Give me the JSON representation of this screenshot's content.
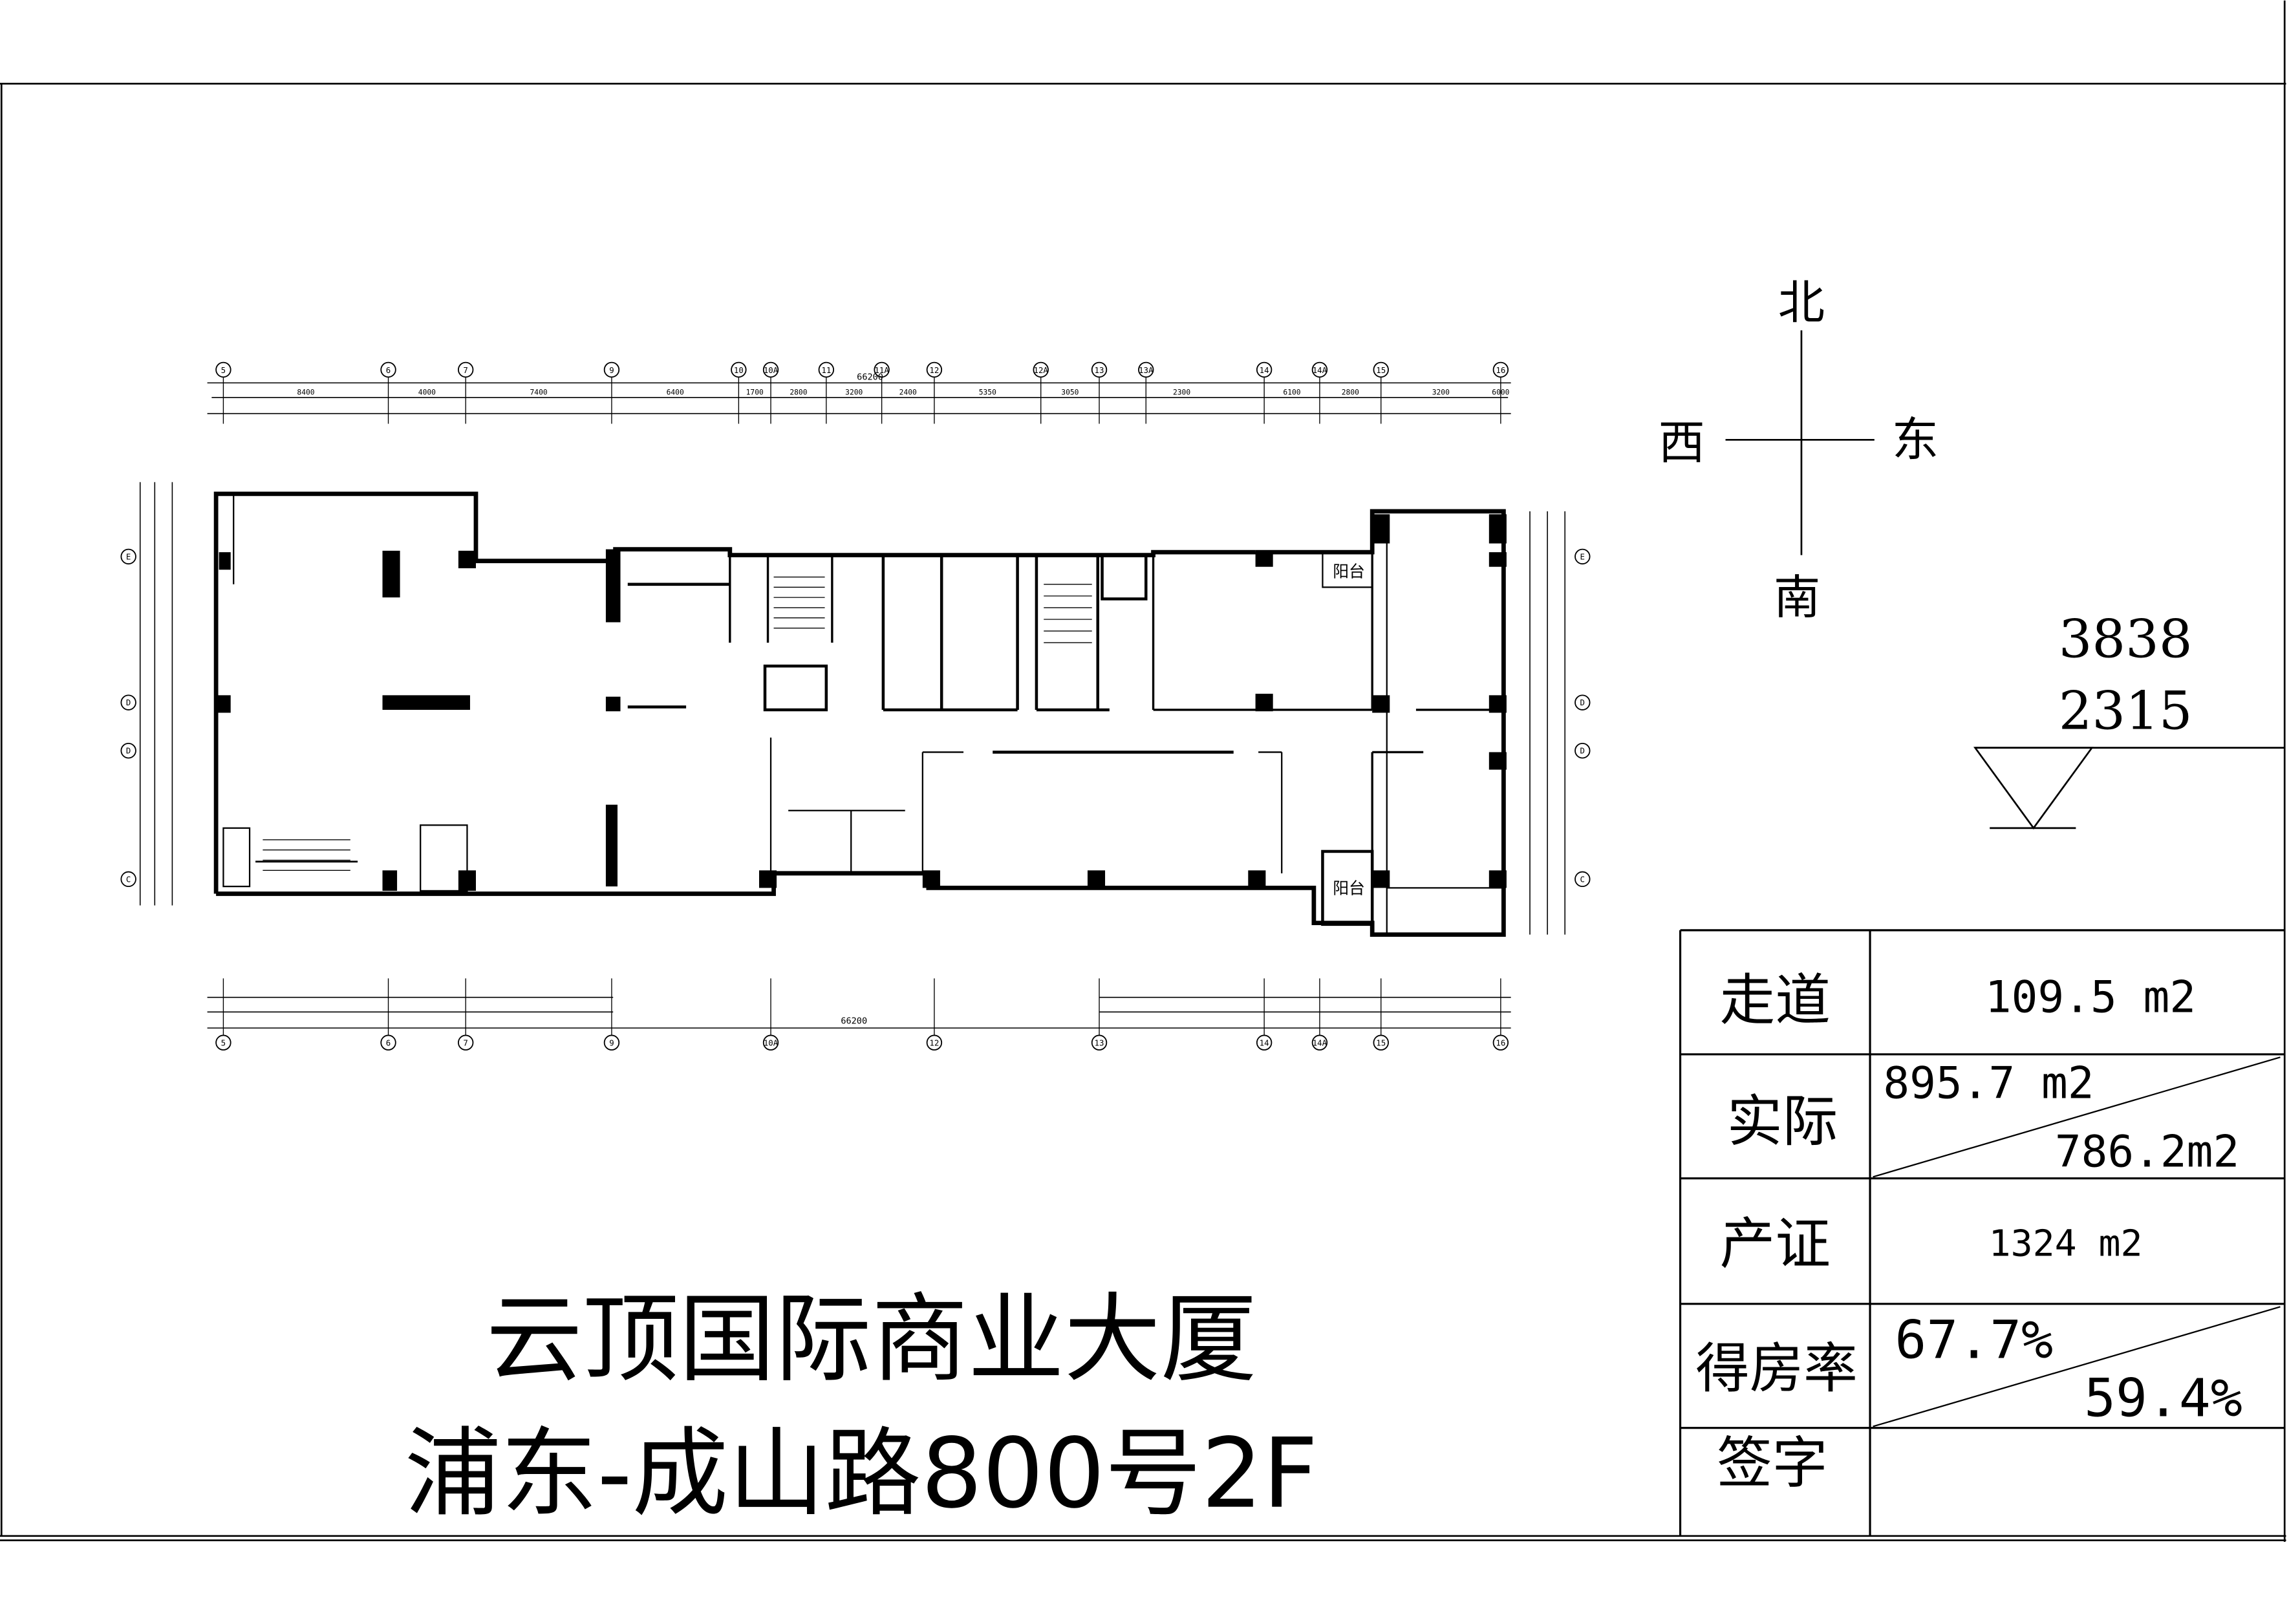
{
  "title": {
    "line1": "云顶国际商业大厦",
    "line2": "浦东-成山路800号2F"
  },
  "compass": {
    "north": "北",
    "south": "南",
    "east": "东",
    "west": "西"
  },
  "elevation": {
    "top": "3838",
    "bottom": "2315"
  },
  "area_table": {
    "rows": [
      {
        "label": "走道",
        "value": "109.5 m2"
      },
      {
        "label": "实际",
        "value_upper": "895.7 m2",
        "value_lower": "786.2m2"
      },
      {
        "label": "产证",
        "value": "1324 m2"
      },
      {
        "label": "得房率",
        "value_upper": "67.7%",
        "value_lower": "59.4%"
      },
      {
        "label": "签字",
        "value": ""
      }
    ]
  },
  "plan": {
    "balcony_label_1": "阳台",
    "balcony_label_2": "阳台",
    "total_dimension": "66200",
    "axes": [
      "5",
      "6",
      "7",
      "9",
      "10",
      "10A",
      "11",
      "11A",
      "12",
      "12A",
      "13",
      "13A",
      "14",
      "14A",
      "15",
      "16"
    ],
    "top_dimensions": [
      "8400",
      "4000",
      "7400",
      "6400",
      "1700",
      "2800",
      "3200",
      "2400",
      "5350",
      "3050",
      "2300",
      "6100",
      "2800",
      "3200",
      "6000"
    ],
    "side_axes_left": [
      "E",
      "D",
      "D",
      "C"
    ],
    "side_axes_right": [
      "E",
      "D",
      "D",
      "C"
    ]
  }
}
